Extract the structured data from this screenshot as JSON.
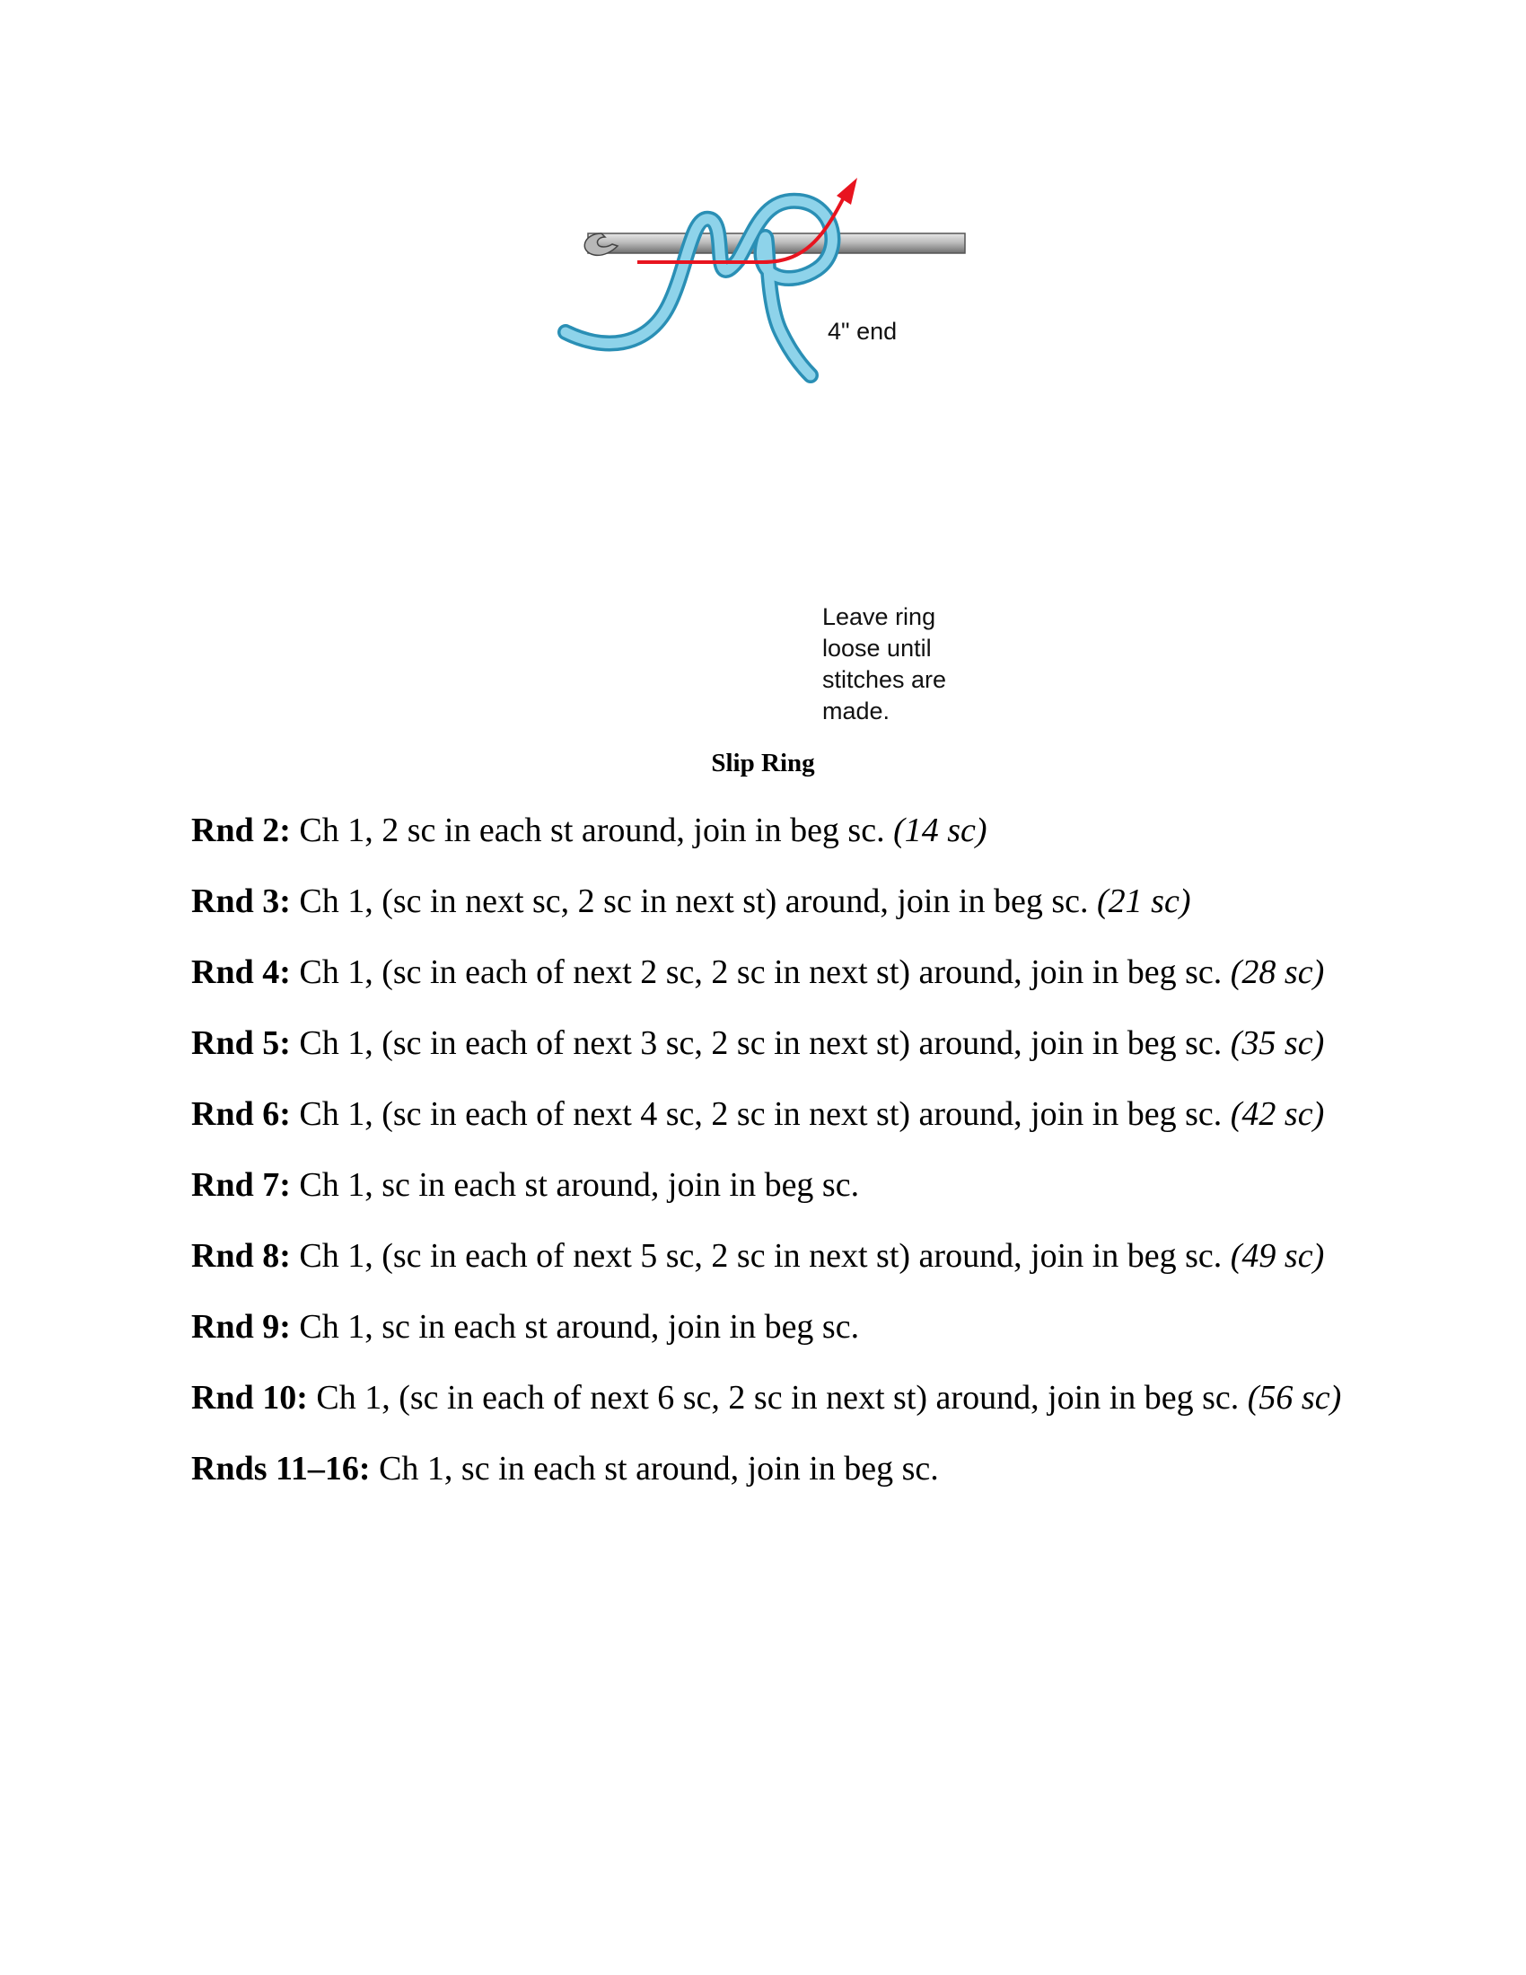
{
  "figure": {
    "label_end": "4\" end",
    "label_ring": [
      "Leave ring",
      "loose until",
      "stitches are",
      "made."
    ],
    "caption": "Slip Ring",
    "colors": {
      "yarn": "#8ed3ea",
      "yarn_outline": "#2a8fb5",
      "hook": "#9b9b9b",
      "arrow": "#e8141f"
    }
  },
  "rounds": [
    {
      "label": "Rnd 2:",
      "text": " Ch 1, 2 sc in each st around, join in beg sc. ",
      "count": "(14 sc)"
    },
    {
      "label": "Rnd 3:",
      "text": " Ch 1, (sc in next sc, 2 sc in next st) around, join in beg sc. ",
      "count": "(21 sc)"
    },
    {
      "label": "Rnd 4:",
      "text": " Ch 1, (sc in each of next 2 sc, 2 sc in next st) around, join in beg sc. ",
      "count": "(28 sc)"
    },
    {
      "label": "Rnd 5:",
      "text": " Ch 1, (sc in each of next 3 sc, 2 sc in next st) around, join in beg sc. ",
      "count": "(35 sc)"
    },
    {
      "label": "Rnd 6:",
      "text": " Ch 1, (sc in each of next 4 sc, 2 sc in next st) around, join in beg sc. ",
      "count": "(42 sc)"
    },
    {
      "label": "Rnd 7:",
      "text": " Ch 1, sc in each st around, join in beg sc.",
      "count": ""
    },
    {
      "label": "Rnd 8:",
      "text": " Ch 1, (sc in each of next 5 sc, 2 sc in next st) around, join in beg sc. ",
      "count": "(49 sc)"
    },
    {
      "label": "Rnd 9:",
      "text": " Ch 1, sc in each st around, join in beg sc.",
      "count": ""
    },
    {
      "label": "Rnd 10:",
      "text": " Ch 1, (sc in each of next 6 sc, 2 sc in next st) around, join in beg sc. ",
      "count": "(56 sc)"
    },
    {
      "label": "Rnds 11–16:",
      "text": " Ch 1, sc in each st around, join in beg sc.",
      "count": ""
    }
  ]
}
